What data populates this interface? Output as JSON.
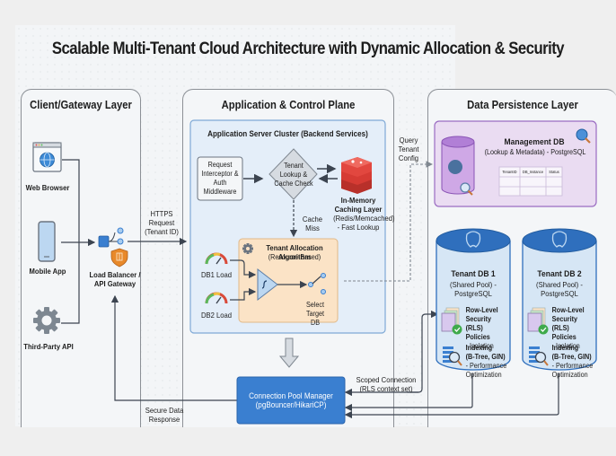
{
  "title": "Scalable Multi-Tenant Cloud Architecture with Dynamic Allocation & Security",
  "layers": {
    "client": {
      "title": "Client/Gateway Layer",
      "clients": [
        {
          "label": "Web Browser",
          "icon": "browser-globe-icon"
        },
        {
          "label": "Mobile App",
          "icon": "smartphone-icon"
        },
        {
          "label": "Third-Party API",
          "icon": "gear-icon"
        }
      ],
      "gateway": {
        "label_line1": "Load Balancer /",
        "label_line2": "API Gateway",
        "icon": "load-balancer-shield-icon"
      }
    },
    "application": {
      "title": "Application & Control Plane",
      "cluster_title": "Application Server Cluster (Backend Services)",
      "interceptor": {
        "line1": "Request",
        "line2": "Interceptor &",
        "line3": "Auth",
        "line4": "Middleware"
      },
      "lookup": {
        "line1": "Tenant",
        "line2": "Lookup &",
        "line3": "Cache Check"
      },
      "cache": {
        "line1": "In-Memory",
        "line2": "Caching Layer",
        "line3": "(Redis/Memcached)",
        "line4": "- Fast Lookup"
      },
      "cache_miss": "Cache Miss",
      "algorithm": {
        "title": "Tenant Allocation Algorithm",
        "subtitle": "(Resource-Based)",
        "select_line1": "Select Target",
        "select_line2": "DB"
      },
      "gauges": [
        {
          "label": "DB1 Load"
        },
        {
          "label": "DB2 Load"
        }
      ],
      "pool_manager": {
        "line1": "Connection Pool Manager",
        "line2": "(pgBouncer/HikariCP)"
      }
    },
    "data": {
      "title": "Data Persistence Layer",
      "management_db": {
        "title": "Management DB",
        "subtitle": "(Lookup & Metadata) - PostgreSQL",
        "table_headers": [
          "TenantID",
          "DB_Instance",
          "Status"
        ],
        "table_rows": [
          [
            "",
            "",
            ""
          ],
          [
            "",
            "",
            ""
          ]
        ]
      },
      "tenant_dbs": [
        {
          "title": "Tenant DB 1",
          "sub1": "(Shared Pool) -",
          "sub2": "PostgreSQL",
          "rls": [
            "Row-Level",
            "Security (RLS)",
            "Policies",
            "- Isolation"
          ],
          "idx": [
            "Indexing",
            "(B-Tree, GIN)",
            "- Performance",
            "Optimization"
          ]
        },
        {
          "title": "Tenant DB 2",
          "sub1": "(Shared Pool) -",
          "sub2": "PostgreSQL",
          "rls": [
            "Row-Level",
            "Security (RLS)",
            "Policies",
            "- Isolation"
          ],
          "idx": [
            "Indexing",
            "(B-Tree, GIN)",
            "- Performance",
            "Optimization"
          ]
        }
      ]
    }
  },
  "edges": {
    "https_request": [
      "HTTPS",
      "Request",
      "(Tenant ID)"
    ],
    "query_config": [
      "Query",
      "Tenant",
      "Config"
    ],
    "scoped_connection": [
      "Scoped Connection",
      "(RLS context set)"
    ],
    "secure_response": [
      "Secure Data",
      "Response"
    ]
  },
  "colors": {
    "cluster_fill": "#e4eef9",
    "cluster_border": "#7fa9d6",
    "algo_fill": "#fbe3c6",
    "mgmt_fill": "#eadcf2",
    "mgmt_border": "#9a6cc2",
    "pool_fill": "#3a7fd0",
    "db_fill": "#d6e6f5",
    "db_top": "#2f6fbd",
    "redis": "#d63b34",
    "shield": "#e8892a"
  }
}
